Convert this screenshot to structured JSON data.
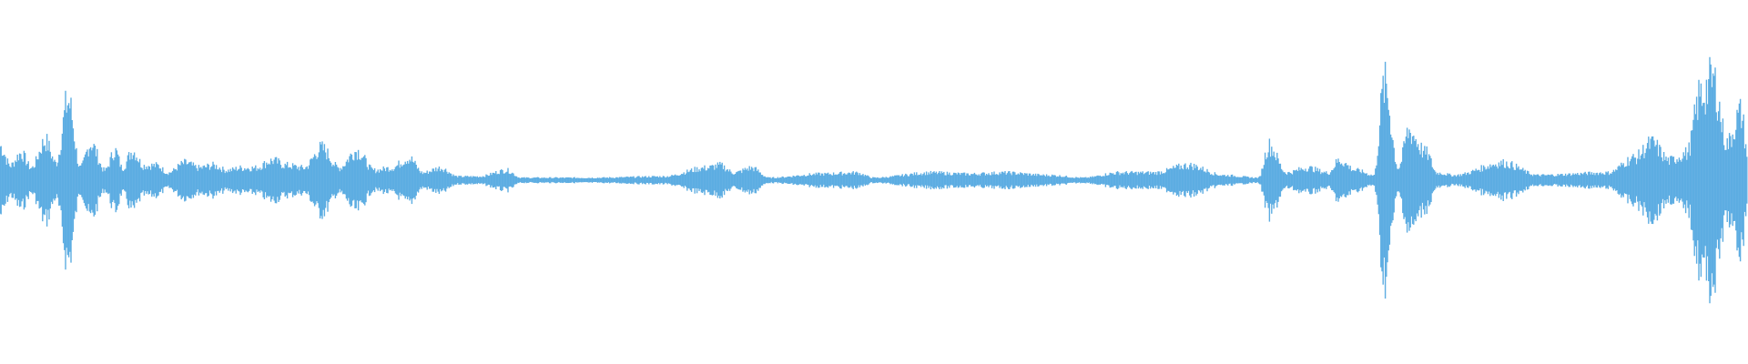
{
  "waveform": {
    "color": "#5dade2",
    "background": "#ffffff",
    "amplitude_scale": 1.0,
    "envelope_keypoints": [
      [
        0.0,
        0.28
      ],
      [
        0.006,
        0.12
      ],
      [
        0.012,
        0.22
      ],
      [
        0.018,
        0.1
      ],
      [
        0.026,
        0.32
      ],
      [
        0.032,
        0.14
      ],
      [
        0.039,
        0.65
      ],
      [
        0.046,
        0.1
      ],
      [
        0.052,
        0.3
      ],
      [
        0.06,
        0.08
      ],
      [
        0.066,
        0.24
      ],
      [
        0.07,
        0.1
      ],
      [
        0.076,
        0.24
      ],
      [
        0.082,
        0.12
      ],
      [
        0.09,
        0.12
      ],
      [
        0.096,
        0.06
      ],
      [
        0.106,
        0.14
      ],
      [
        0.114,
        0.1
      ],
      [
        0.122,
        0.12
      ],
      [
        0.13,
        0.08
      ],
      [
        0.138,
        0.1
      ],
      [
        0.146,
        0.1
      ],
      [
        0.156,
        0.16
      ],
      [
        0.164,
        0.12
      ],
      [
        0.174,
        0.1
      ],
      [
        0.184,
        0.26
      ],
      [
        0.194,
        0.1
      ],
      [
        0.204,
        0.24
      ],
      [
        0.214,
        0.08
      ],
      [
        0.224,
        0.1
      ],
      [
        0.234,
        0.18
      ],
      [
        0.242,
        0.06
      ],
      [
        0.252,
        0.1
      ],
      [
        0.262,
        0.03
      ],
      [
        0.274,
        0.03
      ],
      [
        0.29,
        0.08
      ],
      [
        0.298,
        0.02
      ],
      [
        0.34,
        0.02
      ],
      [
        0.38,
        0.03
      ],
      [
        0.404,
        0.1
      ],
      [
        0.412,
        0.12
      ],
      [
        0.42,
        0.06
      ],
      [
        0.43,
        0.1
      ],
      [
        0.44,
        0.02
      ],
      [
        0.47,
        0.05
      ],
      [
        0.49,
        0.06
      ],
      [
        0.5,
        0.02
      ],
      [
        0.533,
        0.06
      ],
      [
        0.555,
        0.05
      ],
      [
        0.575,
        0.06
      ],
      [
        0.6,
        0.04
      ],
      [
        0.62,
        0.02
      ],
      [
        0.64,
        0.06
      ],
      [
        0.66,
        0.06
      ],
      [
        0.68,
        0.12
      ],
      [
        0.7,
        0.04
      ],
      [
        0.72,
        0.02
      ],
      [
        0.726,
        0.28
      ],
      [
        0.736,
        0.06
      ],
      [
        0.748,
        0.1
      ],
      [
        0.76,
        0.06
      ],
      [
        0.766,
        0.16
      ],
      [
        0.776,
        0.08
      ],
      [
        0.786,
        0.04
      ],
      [
        0.792,
        0.78
      ],
      [
        0.8,
        0.1
      ],
      [
        0.806,
        0.4
      ],
      [
        0.816,
        0.22
      ],
      [
        0.822,
        0.06
      ],
      [
        0.832,
        0.04
      ],
      [
        0.86,
        0.14
      ],
      [
        0.88,
        0.04
      ],
      [
        0.92,
        0.06
      ],
      [
        0.935,
        0.18
      ],
      [
        0.945,
        0.3
      ],
      [
        0.955,
        0.16
      ],
      [
        0.965,
        0.22
      ],
      [
        0.973,
        0.7
      ],
      [
        0.98,
        0.82
      ],
      [
        0.988,
        0.3
      ],
      [
        0.996,
        0.55
      ],
      [
        1.0,
        0.2
      ]
    ]
  }
}
